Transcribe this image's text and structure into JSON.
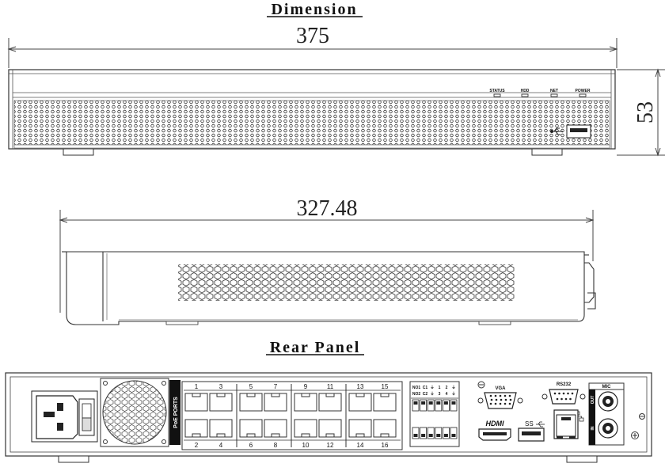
{
  "titles": {
    "dimension": "Dimension",
    "rear_panel": "Rear Panel"
  },
  "dimensions": {
    "width": "375",
    "height": "53",
    "depth": "327.48"
  },
  "front_panel": {
    "indicators": [
      "STATUS",
      "HDD",
      "NET",
      "POWER"
    ]
  },
  "rear_panel": {
    "poe_label": "PoE PORTS",
    "ports_top": [
      "1",
      "3",
      "5",
      "7",
      "9",
      "11",
      "13",
      "15"
    ],
    "ports_bottom": [
      "2",
      "4",
      "6",
      "8",
      "10",
      "12",
      "14",
      "16"
    ],
    "alarm_row1": [
      "NO1",
      "C1",
      "⏚",
      "1",
      "2",
      "⏚"
    ],
    "alarm_row2": [
      "NO2",
      "C2",
      "⏚",
      "3",
      "4",
      "⏚"
    ],
    "vga": "VGA",
    "rs232": "RS232",
    "hdmi": "HDMI",
    "usb": "SS",
    "mic": "MIC",
    "mic_out": "OUT",
    "mic_in": "IN"
  }
}
